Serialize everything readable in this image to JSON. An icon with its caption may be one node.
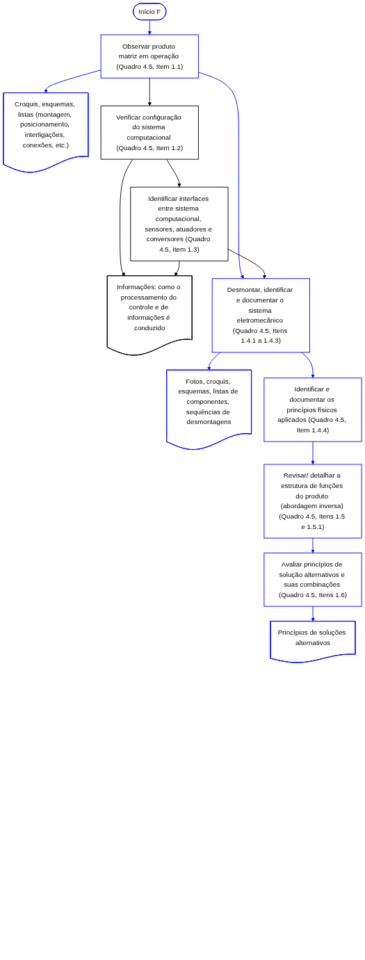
{
  "diagram": {
    "nodes": [
      {
        "text": [
          "Início F"
        ]
      },
      {
        "text": [
          "Observar produto matriz em operação (Quadro 4.5, Item 1.1)"
        ]
      },
      {
        "text": [
          "Croquis, esquemas, listas (montagem, posicionamento, interligações, conexões, etc.)"
        ]
      },
      {
        "text": [
          "Verificar configuração do sistema computacional (Quadro 4.5, Item 1.2)"
        ]
      },
      {
        "text": [
          "Informações: como o processamento do controle e de informações é conduzido"
        ]
      },
      {
        "text": [
          "Identificar interfaces entre sistema computacional, sensores, atuadores e conversores (Quadro 4.5, Item 1.3)"
        ]
      },
      {
        "text": [
          "Desmontar, identificar e documentar o sistema eletromecânico (Quadro 4.5, Itens 1.4.1 a 1.4.3)"
        ]
      },
      {
        "text": [
          "Fotos, croquis, esquemas, listas de componentes, sequências de desmontagens"
        ]
      },
      {
        "text": [
          "Identificar e documentar os princípios físicos aplicados (Quadro 4.5, Item 1.4.4)"
        ]
      },
      {
        "text": [
          "Revisar/ detalhar a estrutura de funções do produto (abordagem inversa) (Quadro 4.5, Itens 1.5 e 1.5.1)"
        ]
      },
      {
        "text": [
          "Avaliar princípios de solução alternativos e suas combinações (Quadro 4.5, Itens 1.6)"
        ]
      },
      {
        "text": [
          "Princípios de soluções alternativos"
        ]
      }
    ],
    "edges": [
      {
        "from": 0,
        "to": 1,
        "arrow": "to"
      },
      {
        "from": 1,
        "to": 2,
        "arrow": "to"
      },
      {
        "from": 1,
        "to": 3,
        "arrow": "to",
        "color": "#000000"
      },
      {
        "from": 1,
        "to": 6,
        "arrow": "to"
      },
      {
        "from": 3,
        "to": 5,
        "arrow": "to",
        "color": "#000000"
      },
      {
        "from": 3,
        "to": 4,
        "arrow": "to",
        "color": "#000000"
      },
      {
        "from": 5,
        "to": 4,
        "arrow": "to",
        "color": "#000000"
      },
      {
        "from": 5,
        "to": 6,
        "arrow": "to",
        "color": "#000000"
      },
      {
        "from": 6,
        "to": 7,
        "arrow": "to"
      },
      {
        "from": 6,
        "to": 8,
        "arrow": "to"
      },
      {
        "from": 8,
        "to": 9,
        "arrow": "to"
      },
      {
        "from": 9,
        "to": 10,
        "arrow": "to"
      },
      {
        "from": 10,
        "to": 11,
        "arrow": "to"
      }
    ]
  }
}
